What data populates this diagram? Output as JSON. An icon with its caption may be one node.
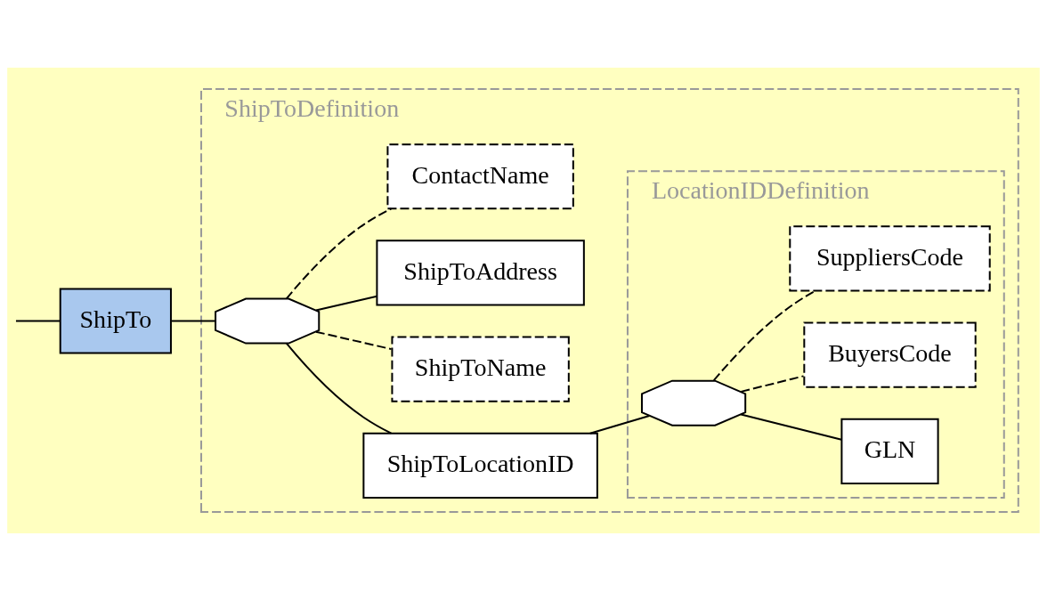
{
  "diagram": {
    "nodes": [
      {
        "text": [
          "ShipToDefinition"
        ]
      },
      {
        "text": [
          "LocationIDDefinition"
        ],
        "in": 0
      },
      {
        "text": [
          "ShipTo"
        ]
      },
      {
        "text": [],
        "shape": "octagon",
        "in": 0
      },
      {
        "text": [
          "ShipToLocationID"
        ],
        "in": 0
      },
      {
        "text": [],
        "shape": "octagon",
        "in": 1
      },
      {
        "text": [
          "GLN"
        ],
        "in": 1
      },
      {
        "text": [
          "BuyersCode"
        ],
        "in": 1
      },
      {
        "text": [
          "SuppliersCode"
        ],
        "in": 1
      },
      {
        "text": [
          "ShipToName"
        ],
        "in": 0
      },
      {
        "text": [
          "ShipToAddress"
        ],
        "in": 0
      },
      {
        "text": [
          "ContactName"
        ],
        "in": 0
      }
    ],
    "edges": [
      {
        "from": null,
        "to": 2,
        "arrow": "none"
      },
      {
        "from": 2,
        "to": 3,
        "arrow": "none"
      },
      {
        "from": 3,
        "to": 4,
        "arrow": "none"
      },
      {
        "from": 3,
        "to": 9,
        "arrow": "none",
        "style": "dashed"
      },
      {
        "from": 3,
        "to": 10,
        "arrow": "none"
      },
      {
        "from": 3,
        "to": 11,
        "arrow": "none",
        "style": "dashed"
      },
      {
        "from": 4,
        "to": 5,
        "arrow": "none"
      },
      {
        "from": 5,
        "to": 6,
        "arrow": "none"
      },
      {
        "from": 5,
        "to": 7,
        "arrow": "none",
        "style": "dashed"
      },
      {
        "from": 5,
        "to": 8,
        "arrow": "none",
        "style": "dashed"
      }
    ]
  }
}
